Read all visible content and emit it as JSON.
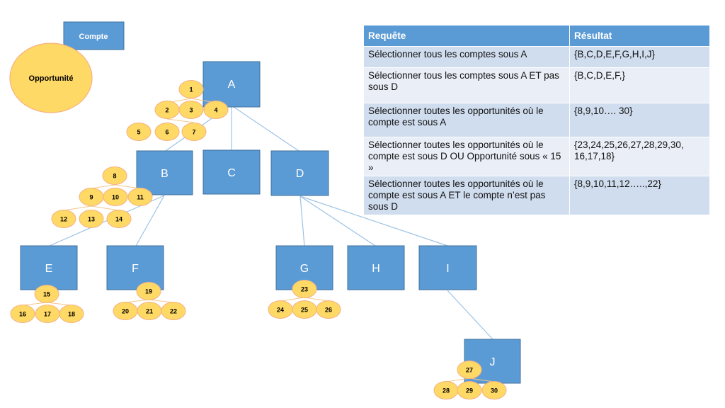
{
  "legend": {
    "account_label": "Compte",
    "opportunity_label": "Opportunité"
  },
  "colors": {
    "account_fill": "#5b9bd5",
    "account_stroke": "#41719c",
    "opportunity_fill": "#ffd966",
    "opportunity_stroke": "#f4b183",
    "connector": "#9dc3e6",
    "header_bg": "#5b9bd5",
    "row_odd": "#d0ddee",
    "row_even": "#e9eef7"
  },
  "accounts": [
    {
      "id": "A",
      "label": "A"
    },
    {
      "id": "B",
      "label": "B"
    },
    {
      "id": "C",
      "label": "C"
    },
    {
      "id": "D",
      "label": "D"
    },
    {
      "id": "E",
      "label": "E"
    },
    {
      "id": "F",
      "label": "F"
    },
    {
      "id": "G",
      "label": "G"
    },
    {
      "id": "H",
      "label": "H"
    },
    {
      "id": "I",
      "label": "I"
    },
    {
      "id": "J",
      "label": "J"
    }
  ],
  "account_links": [
    [
      "A",
      "B"
    ],
    [
      "A",
      "C"
    ],
    [
      "A",
      "D"
    ],
    [
      "B",
      "E"
    ],
    [
      "B",
      "F"
    ],
    [
      "D",
      "G"
    ],
    [
      "D",
      "H"
    ],
    [
      "D",
      "I"
    ],
    [
      "I",
      "J"
    ]
  ],
  "opportunity_groups": [
    {
      "account": "A",
      "rows": [
        [
          "1"
        ],
        [
          "2",
          "3",
          "4"
        ],
        [
          "5",
          "6",
          "7"
        ]
      ]
    },
    {
      "account": "B",
      "rows": [
        [
          "8"
        ],
        [
          "9",
          "10",
          "11"
        ],
        [
          "12",
          "13",
          "14"
        ]
      ]
    },
    {
      "account": "E",
      "rows": [
        [
          "15"
        ],
        [
          "16",
          "17",
          "18"
        ]
      ]
    },
    {
      "account": "F",
      "rows": [
        [
          "19"
        ],
        [
          "20",
          "21",
          "22"
        ]
      ]
    },
    {
      "account": "G",
      "rows": [
        [
          "23"
        ],
        [
          "24",
          "25",
          "26"
        ]
      ]
    },
    {
      "account": "J",
      "rows": [
        [
          "27"
        ],
        [
          "28",
          "29",
          "30"
        ]
      ]
    }
  ],
  "table": {
    "headers": [
      "Requête",
      "Résultat"
    ],
    "rows": [
      {
        "query": "Sélectionner tous les comptes sous A",
        "result": "{B,C,D,E,F,G,H,I,J}"
      },
      {
        "query": "Sélectionner tous les comptes sous A ET pas sous D",
        "result": "{B,C,D,E,F,}"
      },
      {
        "query": "Sélectionner toutes les opportunités où le compte est sous A",
        "result": "{8,9,10…. 30}"
      },
      {
        "query": "Sélectionner toutes les opportunités où le compte est sous D OU Opportunité sous « 15 »",
        "result": "{23,24,25,26,27,28,29,30, 16,17,18}"
      },
      {
        "query": "Sélectionner toutes les opportunités où le compte est sous A ET le compte n’est pas sous D",
        "result": "{8,9,10,11,12…..,22}"
      }
    ]
  }
}
